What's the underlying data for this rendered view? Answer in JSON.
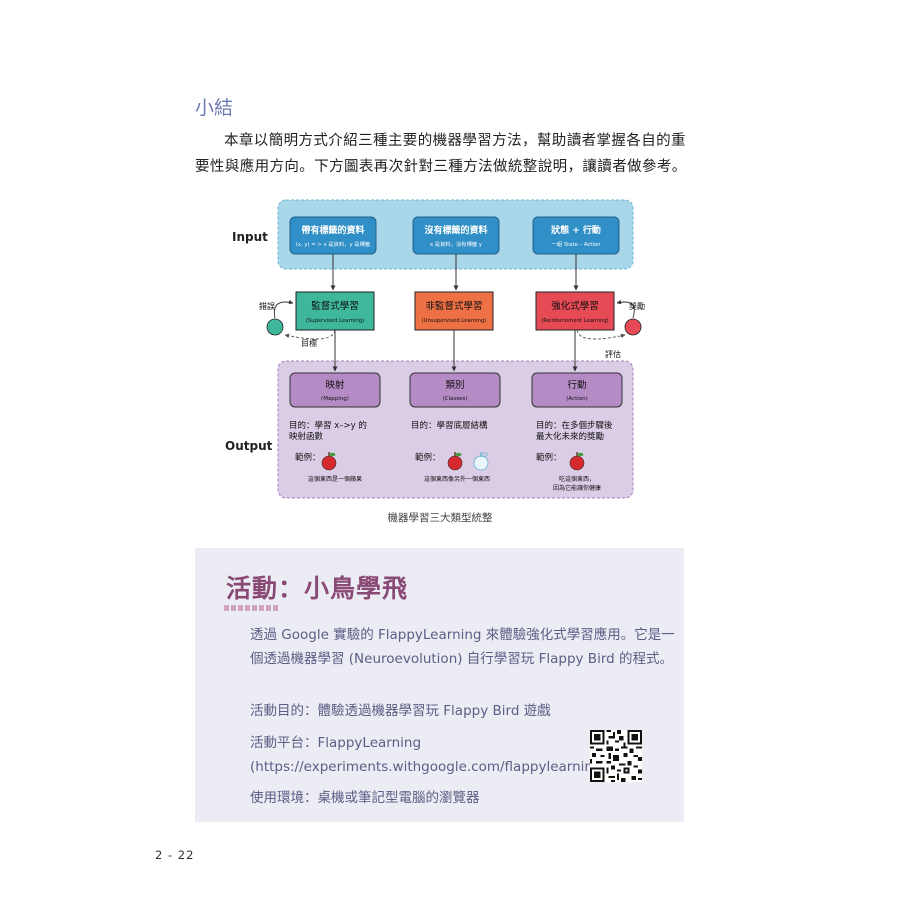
{
  "section_title": "小結",
  "paragraph": "本章以簡明方式介紹三種主要的機器學習方法，幫助讀者掌握各自的重要性與應用方向。下方圖表再次針對三種方法做統整說明，讓讀者做參考。",
  "figure": {
    "input_label": "Input",
    "output_label": "Output",
    "inputs": [
      {
        "title": "帶有標籤的資料",
        "sub": "(x, y) = > x 是資料，y 是標籤"
      },
      {
        "title": "沒有標籤的資料",
        "sub": "x 是資料，沒有標籤 y"
      },
      {
        "title": "狀態 + 行動",
        "sub": "一組 State – Action"
      }
    ],
    "methods": [
      {
        "title": "監督式學習",
        "sub": "(Supervised Learning)",
        "color": "#3fb79b"
      },
      {
        "title": "非監督式學習",
        "sub": "(Unsupervised Learning)",
        "color": "#ee7146"
      },
      {
        "title": "強化式學習",
        "sub": "(Reinforcement Learning)",
        "color": "#e64a55"
      }
    ],
    "feedback_left": {
      "top": "錯誤",
      "bottom": "目標"
    },
    "feedback_right": {
      "top": "獎勵",
      "bottom": "評估"
    },
    "outputs": [
      {
        "title": "映射",
        "sub": "(Mapping)",
        "goal_1": "目的：學習 x–>y 的",
        "goal_2": "映射函數",
        "example": "範例：",
        "note_1": "這個東西是一個蘋果",
        "note_2": ""
      },
      {
        "title": "類別",
        "sub": "(Classes)",
        "goal_1": "目的：學習底層結構",
        "goal_2": "",
        "example": "範例：",
        "note_1": "這個東西像另外一個東西",
        "note_2": ""
      },
      {
        "title": "行動",
        "sub": "(Action)",
        "goal_1": "目的：在多個步驟後",
        "goal_2": "最大化未來的獎勵",
        "example": "範例：",
        "note_1": "吃這個東西，",
        "note_2": "因為它能讓你健康"
      }
    ],
    "caption": "機器學習三大類型統整"
  },
  "activity": {
    "title": "活動：小鳥學飛",
    "description": "透過 Google 實驗的 FlappyLearning 來體驗強化式學習應用。它是一個透過機器學習 (Neuroevolution) 自行學習玩 Flappy Bird 的程式。",
    "goal": "活動目的：體驗透過機器學習玩 Flappy Bird 遊戲",
    "platform": "活動平台：FlappyLearning",
    "url": "(https://experiments.withgoogle.com/flappylearning)",
    "environment": "使用環境：桌機或筆記型電腦的瀏覽器"
  },
  "page_number": "2 - 22"
}
